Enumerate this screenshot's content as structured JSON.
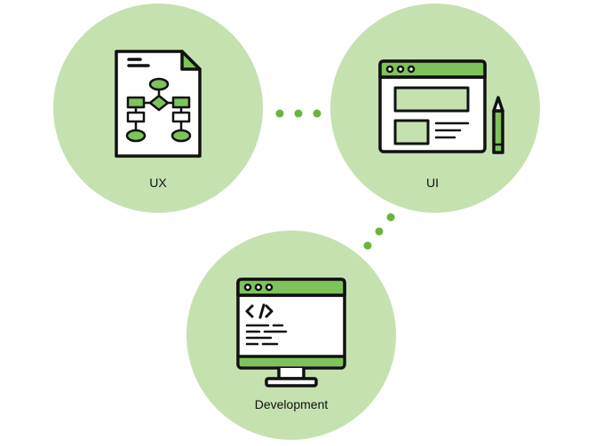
{
  "stages": [
    {
      "label": "UX",
      "icon": "flowchart-document-icon"
    },
    {
      "label": "UI",
      "icon": "wireframe-window-pencil-icon"
    },
    {
      "label": "Development",
      "icon": "code-monitor-icon"
    }
  ],
  "colors": {
    "circle": "#c5e1b0",
    "accent": "#7dc35a",
    "dots": "#6bb33d",
    "outline": "#111111",
    "fill": "#ffffff"
  }
}
